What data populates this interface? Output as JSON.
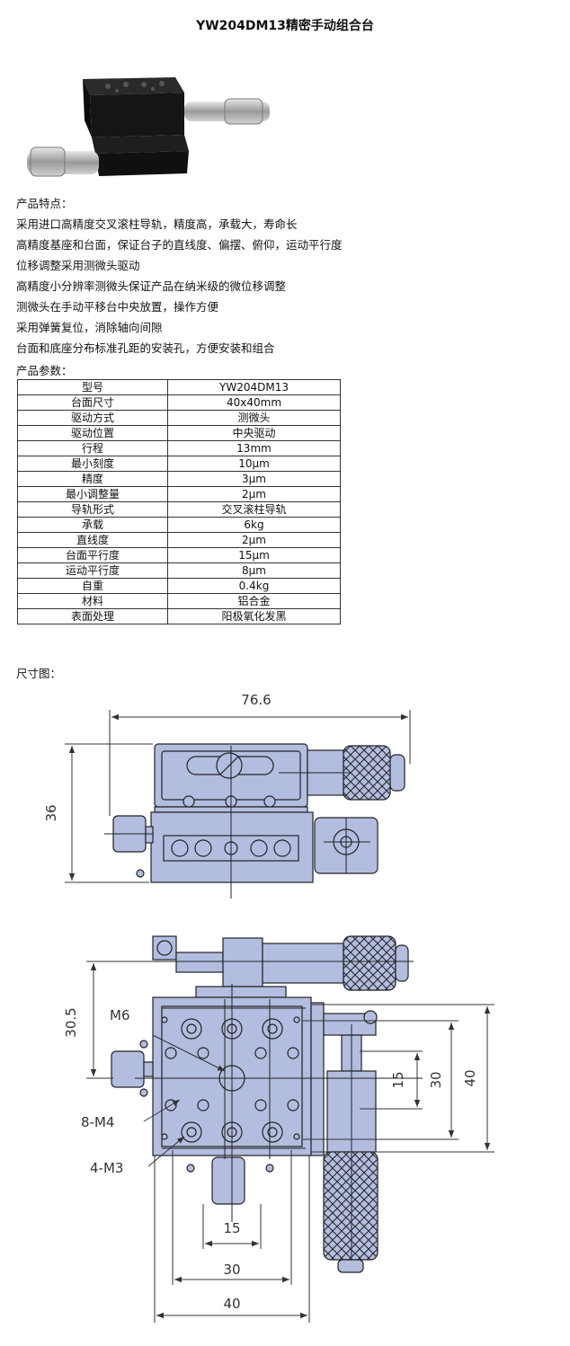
{
  "title": "YW204DM13精密手动组合台",
  "features_heading": "产品特点：",
  "features": [
    "采用进口高精度交叉滚柱导轨，精度高，承载大，寿命长",
    "高精度基座和台面，保证台子的直线度、偏摆、俯仰，运动平行度",
    "位移调整采用测微头驱动",
    "高精度小分辨率测微头保证产品在纳米级的微位移调整",
    "测微头在手动平移台中央放置，操作方便",
    "采用弹簧复位，消除轴向间隙",
    "台面和底座分布标准孔距的安装孔，方便安装和组合"
  ],
  "params_heading": "产品参数：",
  "params": [
    {
      "k": "型号",
      "v": "YW204DM13"
    },
    {
      "k": "台面尺寸",
      "v": "40x40mm"
    },
    {
      "k": "驱动方式",
      "v": "测微头"
    },
    {
      "k": "驱动位置",
      "v": "中央驱动"
    },
    {
      "k": "行程",
      "v": "13mm"
    },
    {
      "k": "最小刻度",
      "v": "10μm"
    },
    {
      "k": "精度",
      "v": "3μm"
    },
    {
      "k": "最小调整量",
      "v": "2μm"
    },
    {
      "k": "导轨形式",
      "v": "交叉滚柱导轨"
    },
    {
      "k": "承载",
      "v": "6kg"
    },
    {
      "k": "直线度",
      "v": "2μm"
    },
    {
      "k": "台面平行度",
      "v": "15μm"
    },
    {
      "k": "运动平行度",
      "v": "8μm"
    },
    {
      "k": "自重",
      "v": "0.4kg"
    },
    {
      "k": "材料",
      "v": "铝合金"
    },
    {
      "k": "表面处理",
      "v": "阳极氧化发黑"
    }
  ],
  "dims_heading": "尺寸图：",
  "dims": {
    "top_width": "76.6",
    "side_height": "36",
    "d30_5": "30.5",
    "m6": "M6",
    "m4": "8-M4",
    "m3": "4-M3",
    "v15": "15",
    "v30": "30",
    "v40": "40",
    "h15": "15",
    "h30": "30",
    "h40": "40"
  },
  "colors": {
    "part_fill": "#b3bde0",
    "part_stroke": "#222222",
    "dim": "#333333"
  }
}
